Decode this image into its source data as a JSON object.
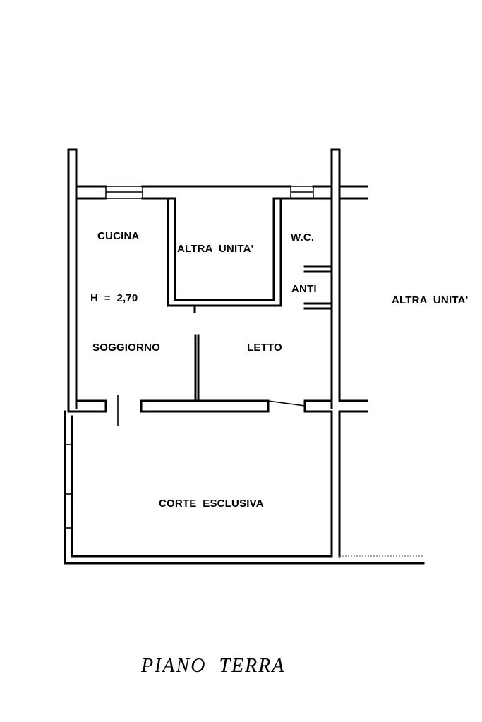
{
  "rooms": {
    "cucina": "CUCINA",
    "altra_unita_inner": "ALTRA  UNITA'",
    "wc": "W.C.",
    "anti": "ANTI",
    "height": "H  =  2,70",
    "soggiorno": "SOGGIORNO",
    "letto": "LETTO",
    "altra_unita_right": "ALTRA  UNITA'",
    "corte": "CORTE  ESCLUSIVA"
  },
  "floor_title": "PIANO  TERRA"
}
